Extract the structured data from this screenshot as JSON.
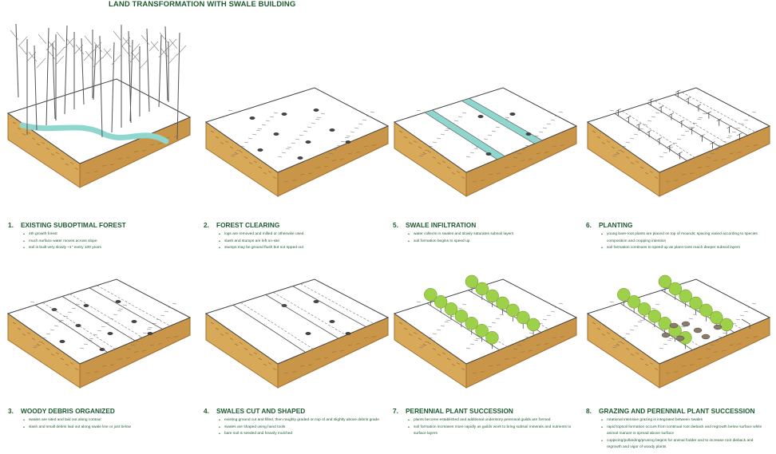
{
  "title": "LAND TRANSFORMATION WITH SWALE BUILDING",
  "panels": [
    {
      "num": "1.",
      "heading": "EXISTING SUBOPTIMAL FOREST",
      "bullets": [
        "4th growth forest",
        "much surface water moves across slope",
        "soil is built very slowly ~1\" every 100 years"
      ]
    },
    {
      "num": "2.",
      "heading": "FOREST CLEARING",
      "bullets": [
        "logs are removed and milled or otherwise used",
        "slash and stumps are left on-site",
        "stumps may be ground flush but not ripped out"
      ]
    },
    {
      "num": "5.",
      "heading": "SWALE INFILTRATION",
      "bullets": [
        "water collects in swales and slowly saturates subsoil layers",
        "soil formation begins to speed up"
      ]
    },
    {
      "num": "6.",
      "heading": "PLANTING",
      "bullets": [
        "young bare-root plants are placed on top of mounds; spacing varied according to species composition and cropping intention",
        "soil formation continues to speed up as plant roots reach deeper subsoil layers"
      ]
    },
    {
      "num": "3.",
      "heading": "WOODY DEBRIS ORGANIZED",
      "bullets": [
        "swales are sited and laid out along contour",
        "slash and small debris laid out along swale line or just below"
      ]
    },
    {
      "num": "4.",
      "heading": "SWALES CUT AND SHAPED",
      "bullets": [
        "existing ground cut and filled, then roughly graded on top of and slightly above debris grade",
        "swales are shaped using hand tools",
        "bare soil is seeded and heavily mulched"
      ]
    },
    {
      "num": "7.",
      "heading": "PERENNIAL PLANT SUCCESSION",
      "bullets": [
        "plants become established and additional understory perennial guilds are formed",
        "soil formation increases more rapidly as guilds work to bring subsoil minerals and nutrients to surface layers"
      ]
    },
    {
      "num": "8.",
      "heading": "GRAZING AND PERENNIAL PLANT SUCCESSION",
      "bullets": [
        "rotational intensive grazing is integrated between swales",
        "rapid topsoil formation occurs from continual root dieback and regrowth below surface while animal manure is spread above surface",
        "coppicing/pollarding/pruning begins for animal fodder and to increase root dieback and regrowth and vigor of woody plants"
      ]
    }
  ],
  "colors": {
    "heading": "#1e5c30",
    "soil": "#d9a95a",
    "soil_dark": "#a5702e",
    "water": "#8fd6cf",
    "foliage": "#9ed14a"
  }
}
